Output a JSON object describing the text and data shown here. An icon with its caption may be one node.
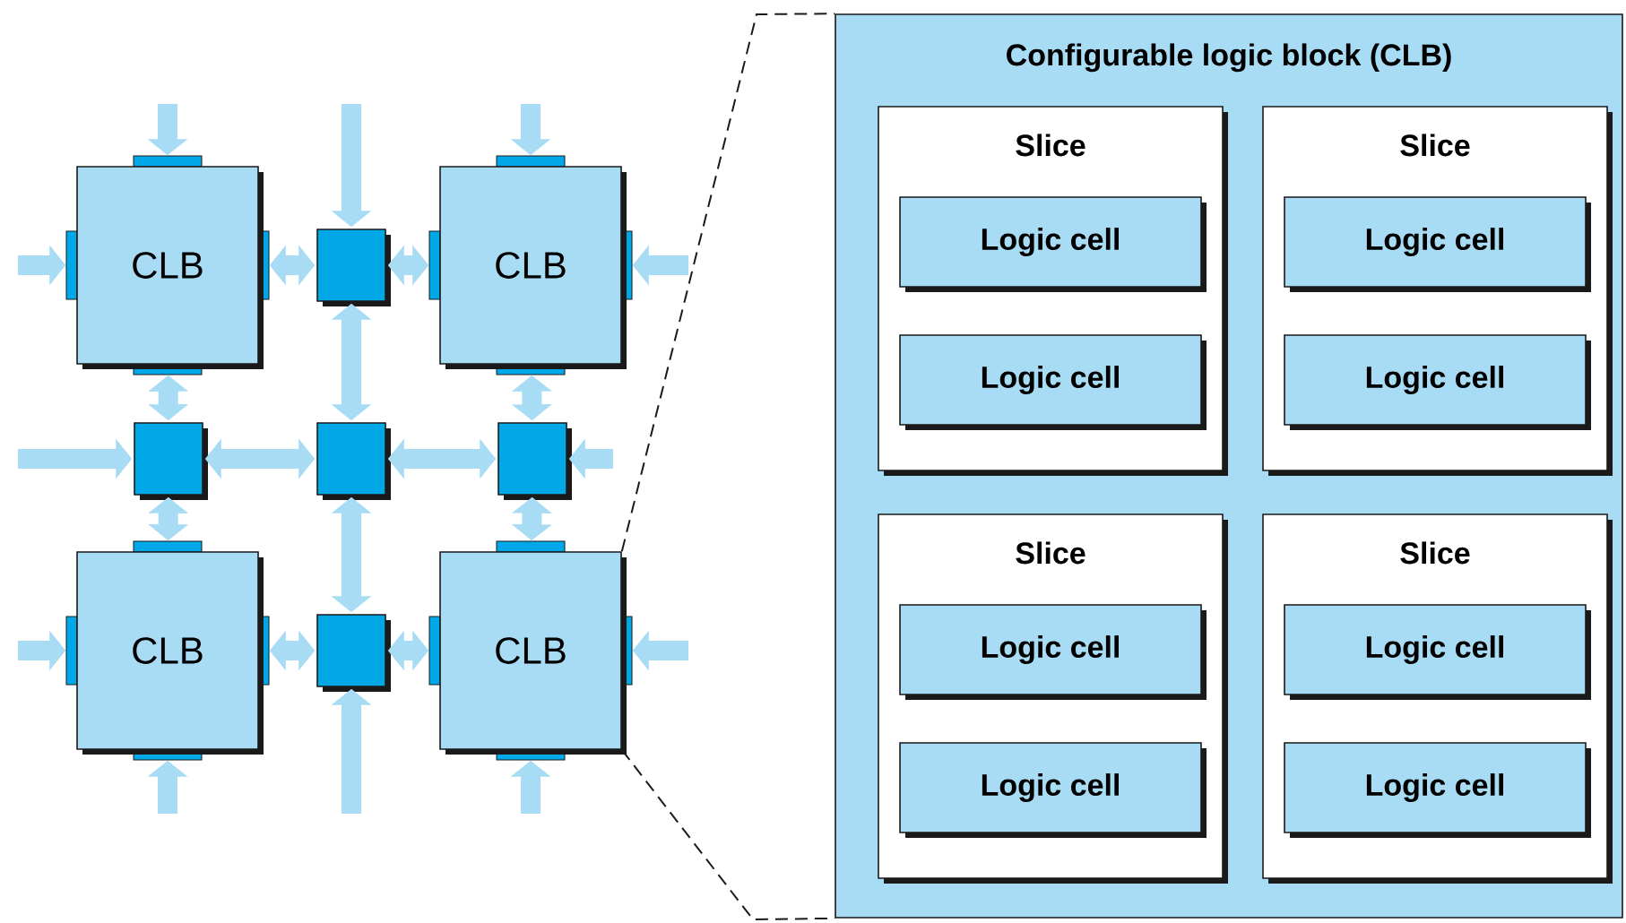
{
  "diagram": {
    "nodes": [
      {
        "text": [
          "CLB"
        ]
      },
      {
        "text": [],
        "shape": "box"
      },
      {
        "text": [
          "CLB"
        ]
      },
      {
        "text": [],
        "shape": "box"
      },
      {
        "text": [],
        "shape": "box"
      },
      {
        "text": [],
        "shape": "box"
      },
      {
        "text": [
          "CLB"
        ]
      },
      {
        "text": [],
        "shape": "box"
      },
      {
        "text": [
          "CLB"
        ]
      },
      {
        "text": [
          "Configurable logic block (CLB)"
        ]
      },
      {
        "text": [
          "Slice"
        ],
        "in": 9
      },
      {
        "text": [
          "Logic cell"
        ],
        "in": 10
      },
      {
        "text": [
          "Logic cell"
        ],
        "in": 10
      },
      {
        "text": [
          "Slice"
        ],
        "in": 9
      },
      {
        "text": [
          "Logic cell"
        ],
        "in": 13
      },
      {
        "text": [
          "Logic cell"
        ],
        "in": 13
      },
      {
        "text": [
          "Slice"
        ],
        "in": 9
      },
      {
        "text": [
          "Logic cell"
        ],
        "in": 16
      },
      {
        "text": [
          "Logic cell"
        ],
        "in": 16
      },
      {
        "text": [
          "Slice"
        ],
        "in": 9
      },
      {
        "text": [
          "Logic cell"
        ],
        "in": 19
      },
      {
        "text": [
          "Logic cell"
        ],
        "in": 19
      }
    ],
    "edges": [
      {
        "from": 0,
        "to": 1,
        "arrow": "both"
      },
      {
        "from": 1,
        "to": 2,
        "arrow": "both"
      },
      {
        "from": 0,
        "to": 3,
        "arrow": "both"
      },
      {
        "from": 1,
        "to": 4,
        "arrow": "both"
      },
      {
        "from": 2,
        "to": 5,
        "arrow": "both"
      },
      {
        "from": 3,
        "to": 4,
        "arrow": "both"
      },
      {
        "from": 4,
        "to": 5,
        "arrow": "both"
      },
      {
        "from": 3,
        "to": 6,
        "arrow": "both"
      },
      {
        "from": 4,
        "to": 7,
        "arrow": "both"
      },
      {
        "from": 5,
        "to": 8,
        "arrow": "both"
      },
      {
        "from": 6,
        "to": 7,
        "arrow": "both"
      },
      {
        "from": 7,
        "to": 8,
        "arrow": "both"
      },
      {
        "from": null,
        "to": 0,
        "arrow": "to"
      },
      {
        "from": null,
        "to": 0,
        "arrow": "to"
      },
      {
        "from": null,
        "to": 1,
        "arrow": "to"
      },
      {
        "from": null,
        "to": 2,
        "arrow": "to"
      },
      {
        "from": null,
        "to": 2,
        "arrow": "to"
      },
      {
        "from": null,
        "to": 3,
        "arrow": "to"
      },
      {
        "from": null,
        "to": 5,
        "arrow": "to"
      },
      {
        "from": null,
        "to": 6,
        "arrow": "to"
      },
      {
        "from": null,
        "to": 6,
        "arrow": "to"
      },
      {
        "from": null,
        "to": 7,
        "arrow": "to"
      },
      {
        "from": null,
        "to": 8,
        "arrow": "to"
      },
      {
        "from": null,
        "to": 8,
        "arrow": "to"
      },
      {
        "from": 8,
        "to": 9,
        "arrow": "none",
        "style": "dashed",
        "color": "#1a1a1a"
      },
      {
        "from": 8,
        "to": 9,
        "arrow": "none",
        "style": "dashed",
        "color": "#1a1a1a"
      }
    ]
  }
}
